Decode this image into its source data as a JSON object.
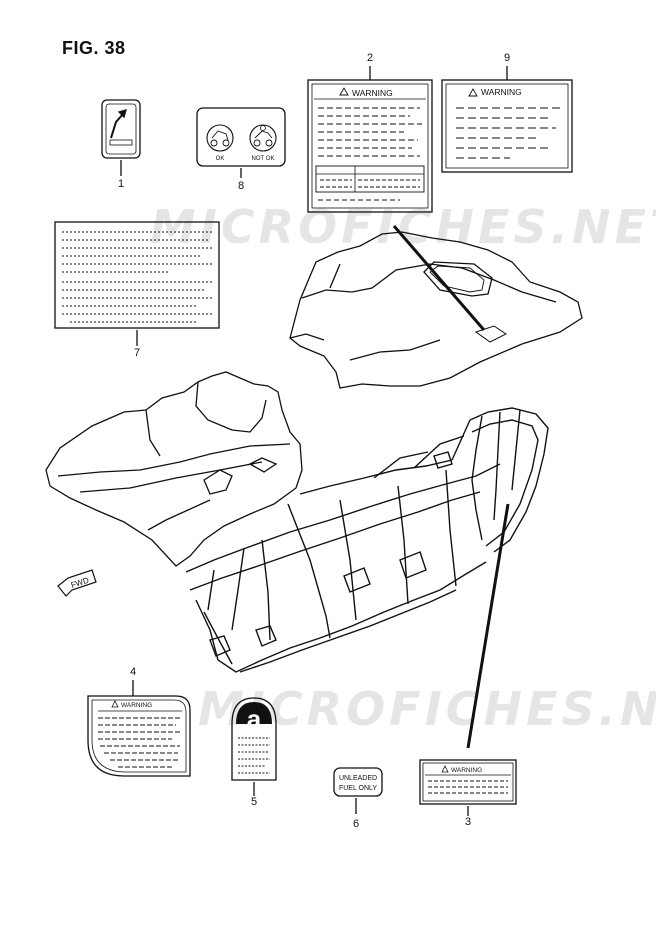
{
  "figure": {
    "title": "FIG. 38"
  },
  "watermark": {
    "text": "MICROFICHES.NET"
  },
  "callouts": [
    "1",
    "2",
    "3",
    "4",
    "5",
    "6",
    "7",
    "8",
    "9"
  ],
  "labels": {
    "warning": "WARNING",
    "ok": "OK",
    "not_ok": "NOT OK",
    "fuel_line1": "UNLEADED",
    "fuel_line2": "FUEL ONLY",
    "fwd": "FWD",
    "logo_letter": "a"
  },
  "colors": {
    "ink": "#111111",
    "watermark": "#d9d9d9",
    "paper": "#ffffff"
  }
}
